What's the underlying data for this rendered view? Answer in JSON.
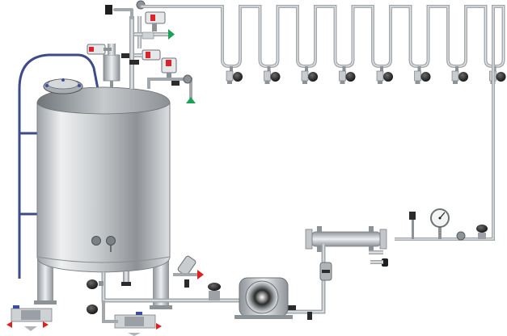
{
  "colors": {
    "background": "#ffffff",
    "pipe": "#b9bec3",
    "pipe_edge": "#8a9096",
    "tank_light": "#e9ebec",
    "tank_dark": "#7e8286",
    "valve_dark": "#2b2b2b",
    "actuator_red": "#d9242b",
    "vent_green": "#1aa257",
    "flow_arrow_red": "#e02020",
    "outlet_blue": "#3a4ea0",
    "gauge_face": "#f4f4f4"
  },
  "elements": {
    "tank": "tank",
    "manway": "manway",
    "ladder": "ladder",
    "pump": "centrifugal-pump",
    "heat_exchanger": "heat-exchanger",
    "pressure_gauge": "pressure-gauge",
    "loop_valves": "loop-valves",
    "outlets": "outlets"
  },
  "use_point_count": 8,
  "icons": [
    "valve-handle-icon",
    "actuator-valve-icon",
    "flow-arrow-icon",
    "vent-filter-icon",
    "temperature-sensor-icon"
  ]
}
